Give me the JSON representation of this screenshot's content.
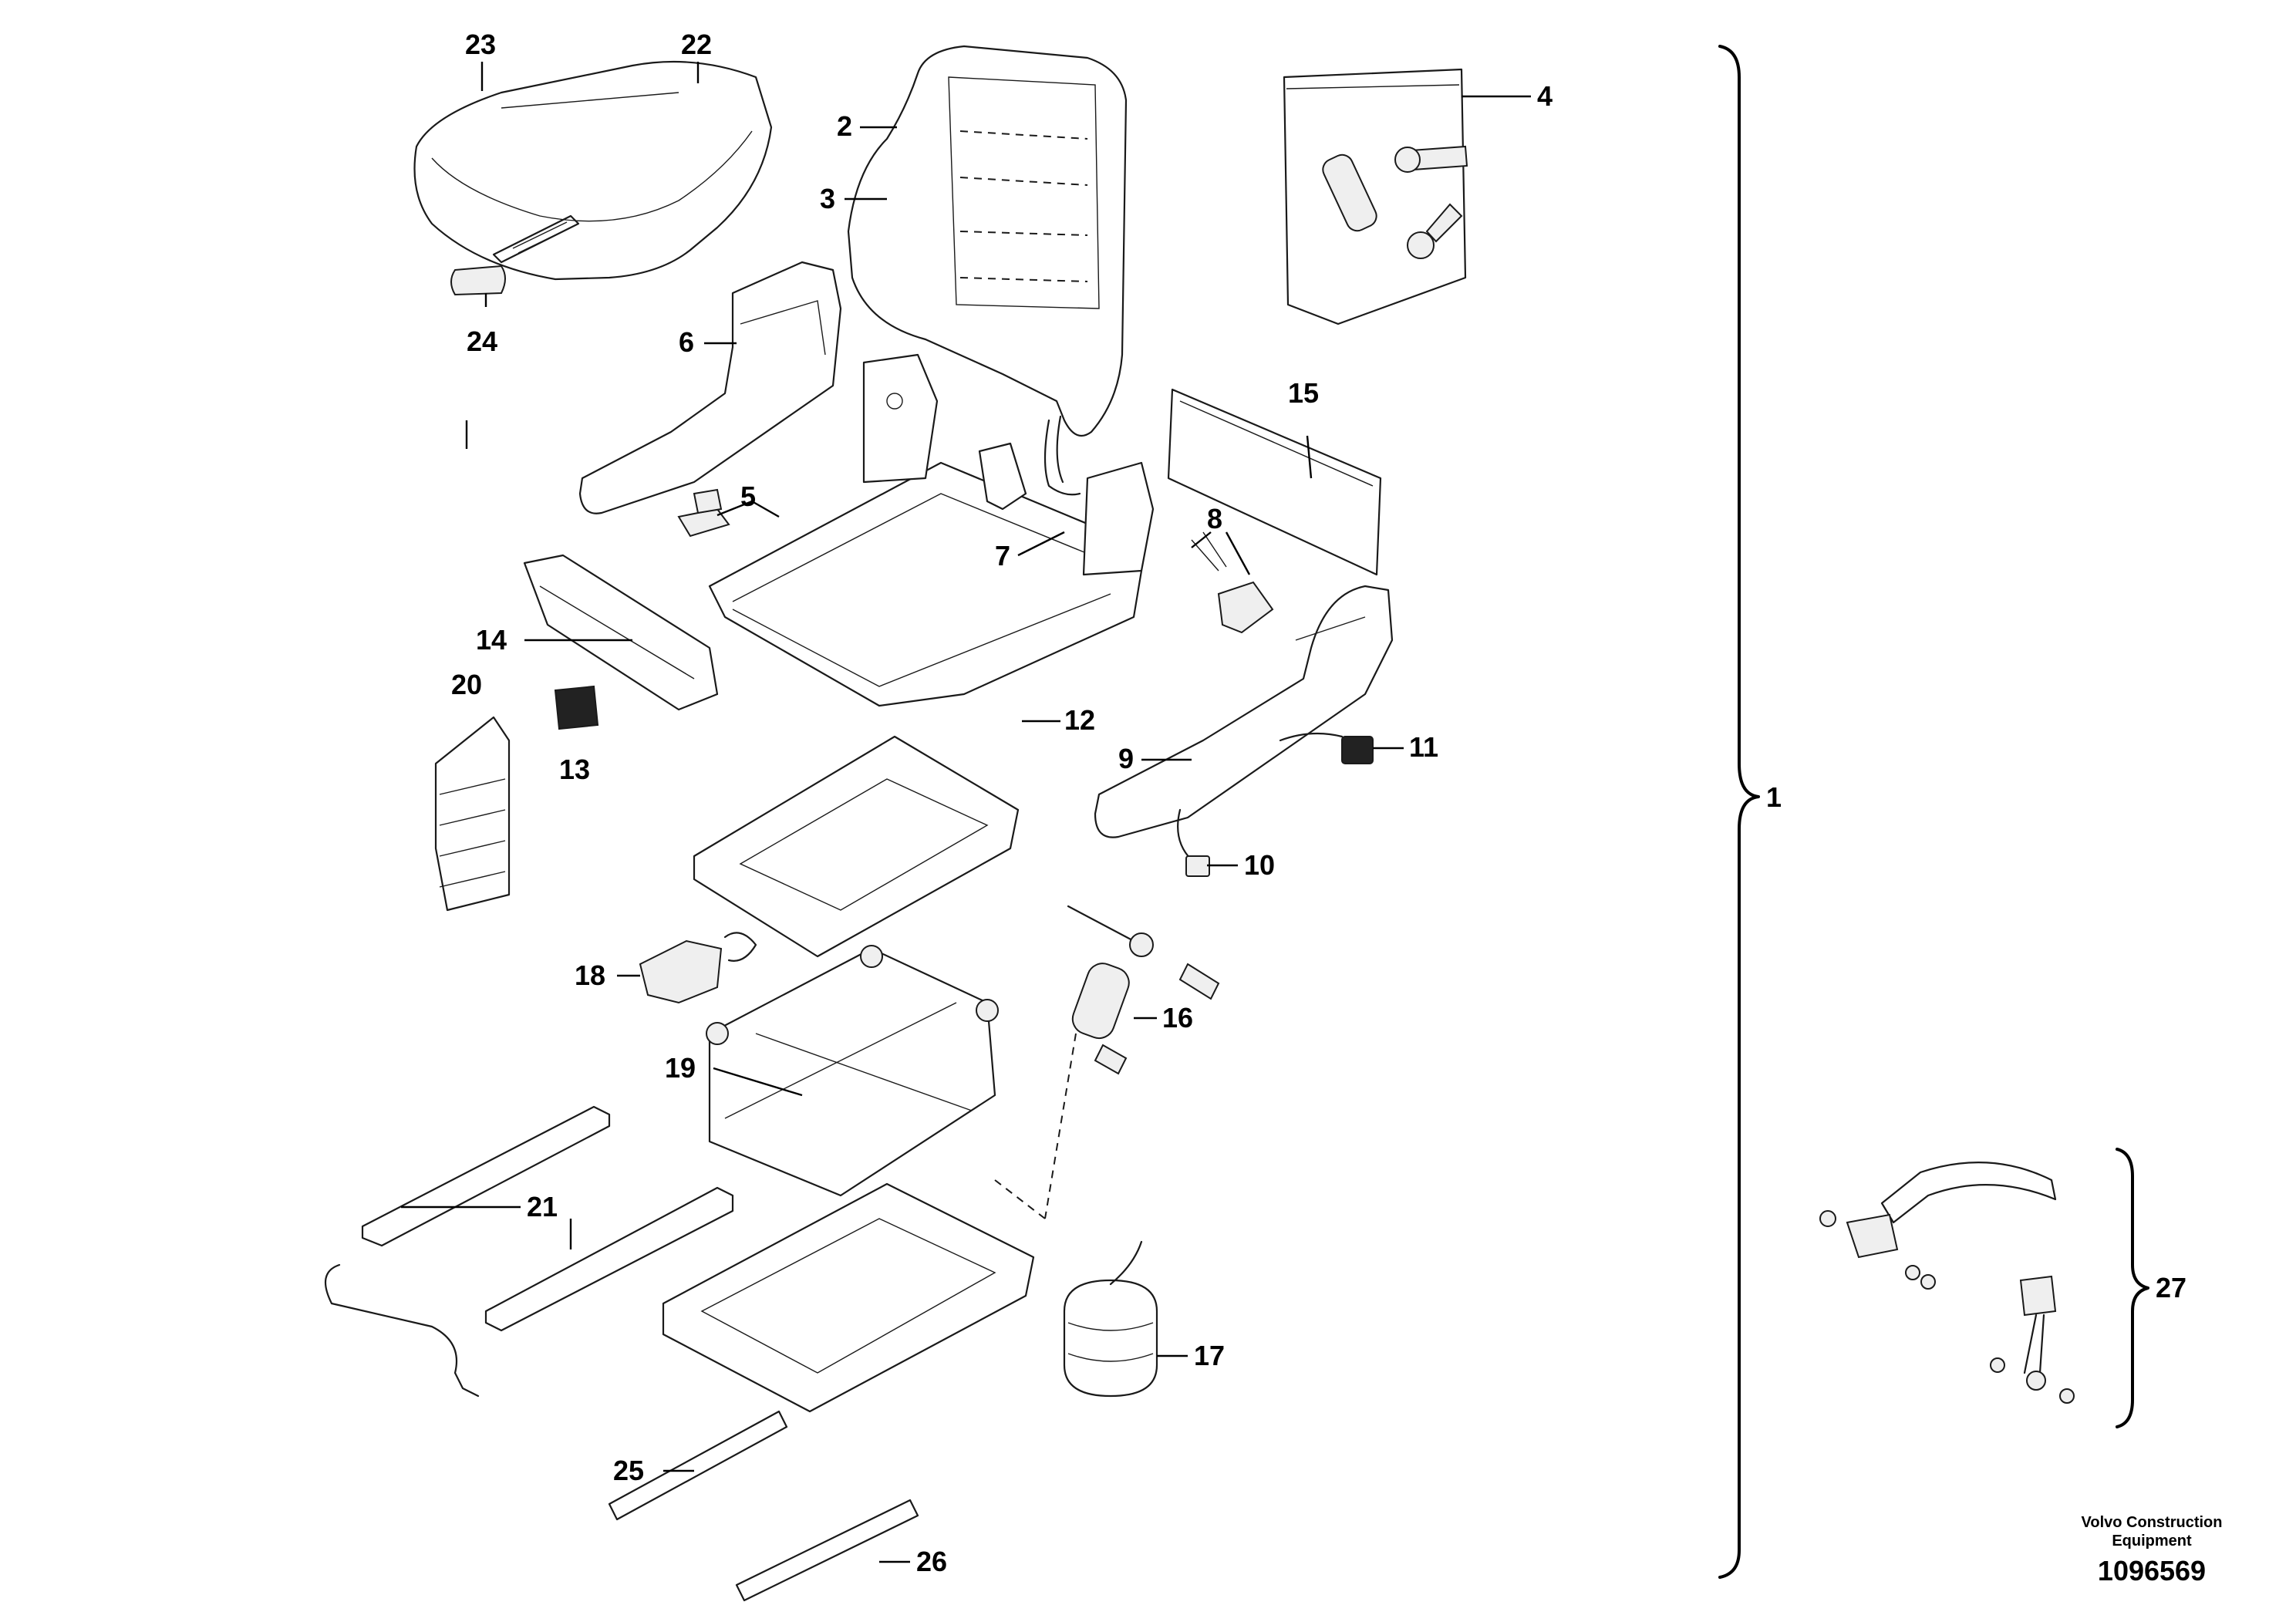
{
  "callouts": {
    "c1": "1",
    "c2": "2",
    "c3": "3",
    "c4": "4",
    "c5": "5",
    "c6": "6",
    "c7": "7",
    "c8": "8",
    "c9": "9",
    "c10": "10",
    "c11": "11",
    "c12": "12",
    "c13": "13",
    "c14": "14",
    "c15": "15",
    "c16": "16",
    "c17": "17",
    "c18": "18",
    "c19": "19",
    "c20": "20",
    "c21": "21",
    "c22": "22",
    "c23": "23",
    "c24": "24",
    "c25": "25",
    "c26": "26",
    "c27": "27"
  },
  "footer": {
    "credit_line1": "Volvo Construction",
    "credit_line2": "Equipment",
    "document_number": "1096569"
  }
}
